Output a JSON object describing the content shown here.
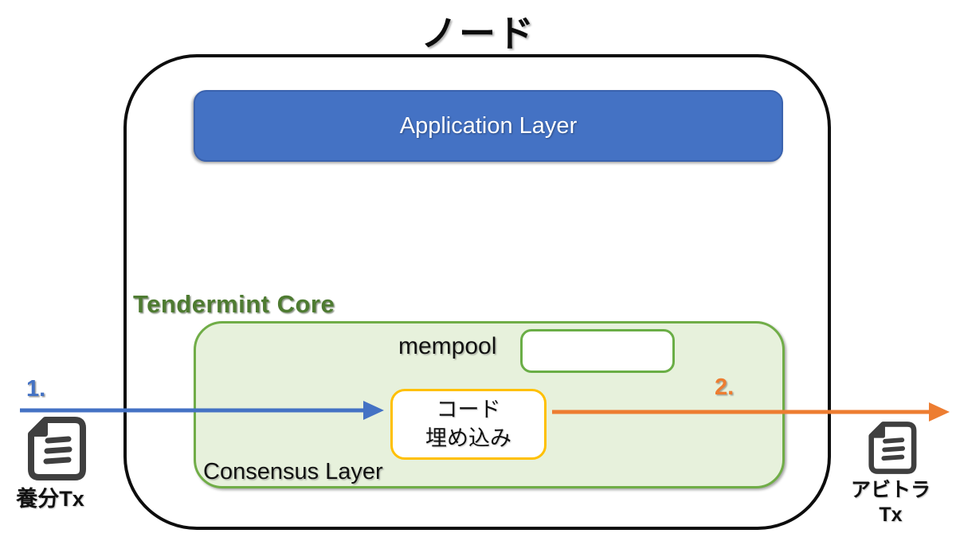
{
  "title": "ノード",
  "node_box": {
    "application_layer_label": "Application Layer",
    "tendermint_core_label": "Tendermint Core",
    "mempool_label": "mempool",
    "consensus_layer_label": "Consensus Layer",
    "code_box": {
      "line1": "コード",
      "line2": "埋め込み"
    }
  },
  "incoming_flow": {
    "step_label": "1.",
    "tx_label": "養分Tx"
  },
  "outgoing_flow": {
    "step_label": "2.",
    "tx_label_line1": "アビトラ",
    "tx_label_line2": "Tx"
  },
  "colors": {
    "application_blue": "#4472C4",
    "application_blue_border": "#3A62AE",
    "tendermint_green_border": "#70AD47",
    "tendermint_green_fill": "#E7F1DC",
    "tendermint_label_green": "#4E7B31",
    "code_box_gold": "#FFC000",
    "outgoing_orange": "#ED7D31",
    "incoming_blue": "#4472C4",
    "document_icon_gray": "#3F3F3F",
    "outline_black": "#0D0D0D"
  }
}
